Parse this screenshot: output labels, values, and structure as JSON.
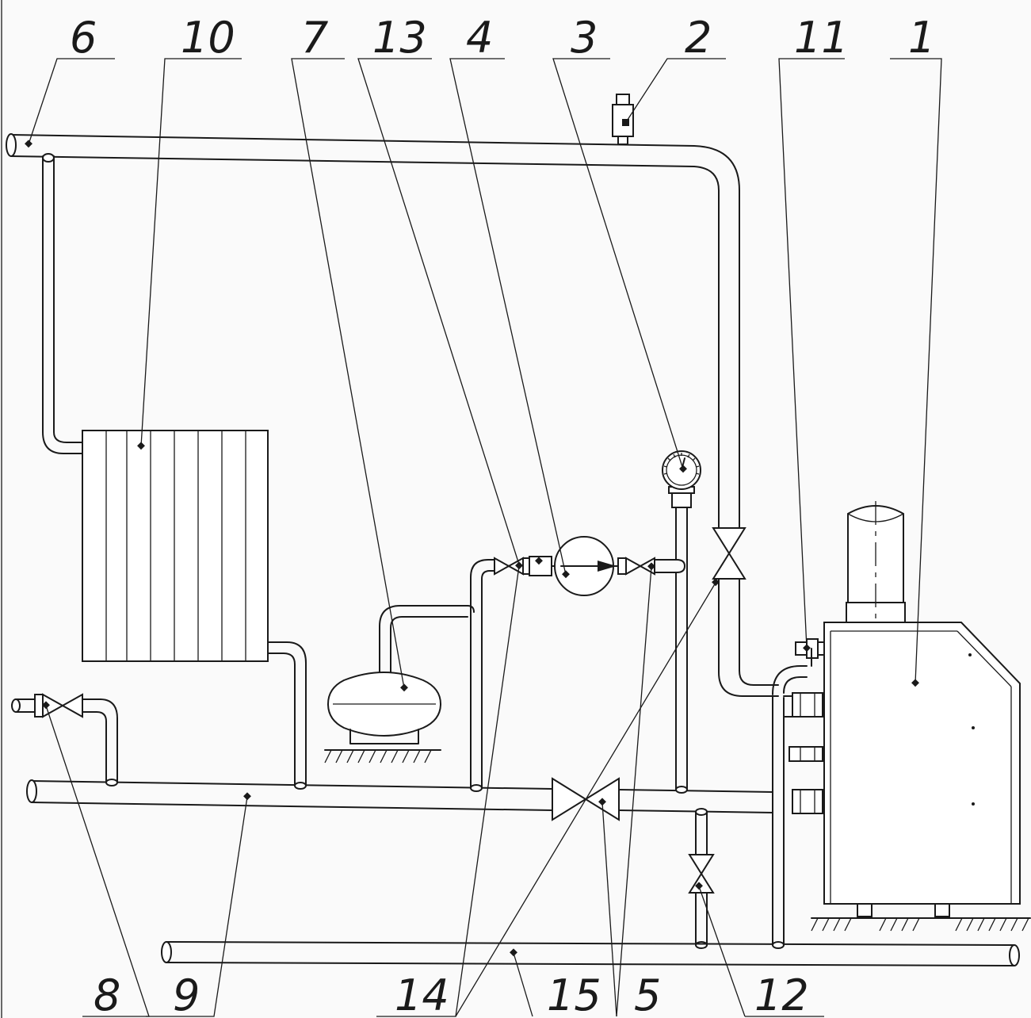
{
  "labels": {
    "boiler": "1",
    "air_vent": "2",
    "pressure_gauge": "3",
    "circulation_pump": "4",
    "bypass_valves": "5",
    "supply_pipe": "6",
    "expansion_tank": "7",
    "fill_valve": "8",
    "return_pipe": "9",
    "radiator": "10",
    "safety_valve": "11",
    "drain_valve": "12",
    "filter": "13",
    "pump_shutoff_valves": "14",
    "drain_pipe": "15"
  }
}
